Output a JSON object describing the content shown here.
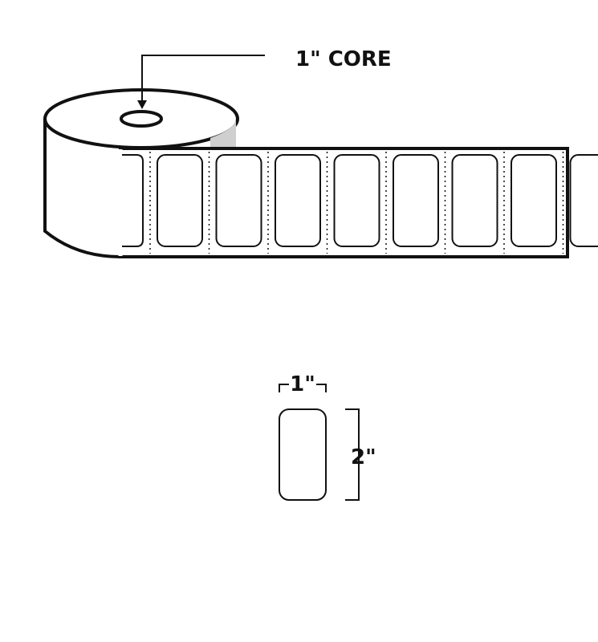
{
  "callouts": {
    "core_label": "1\"  CORE",
    "width_label": "1\"",
    "height_label": "2\""
  },
  "diagram": {
    "visible_labels_on_roll": 8,
    "stroke_color": "#111111",
    "shadow_color": "#cfcfcf"
  }
}
